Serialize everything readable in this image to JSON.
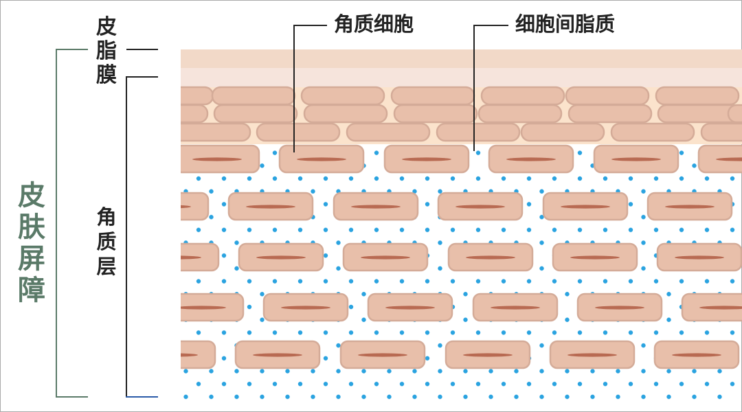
{
  "labels": {
    "sebum_film": "皮脂膜",
    "stratum_corneum": "角质层",
    "skin_barrier": "皮肤屏障",
    "corneocyte": "角质细胞",
    "intercellular_lipid": "细胞间脂质"
  },
  "colors": {
    "barrier_green": "#5a7a68",
    "cell_fill": "#e8bfaa",
    "cell_border": "#d4ab98",
    "nucleus": "#b86a52",
    "lipid_dot": "#2aa3e0",
    "sebum_top": "#f2d9c8",
    "sebum_bottom": "#f6e4dc",
    "upper_bg": "#fbe3cc"
  }
}
